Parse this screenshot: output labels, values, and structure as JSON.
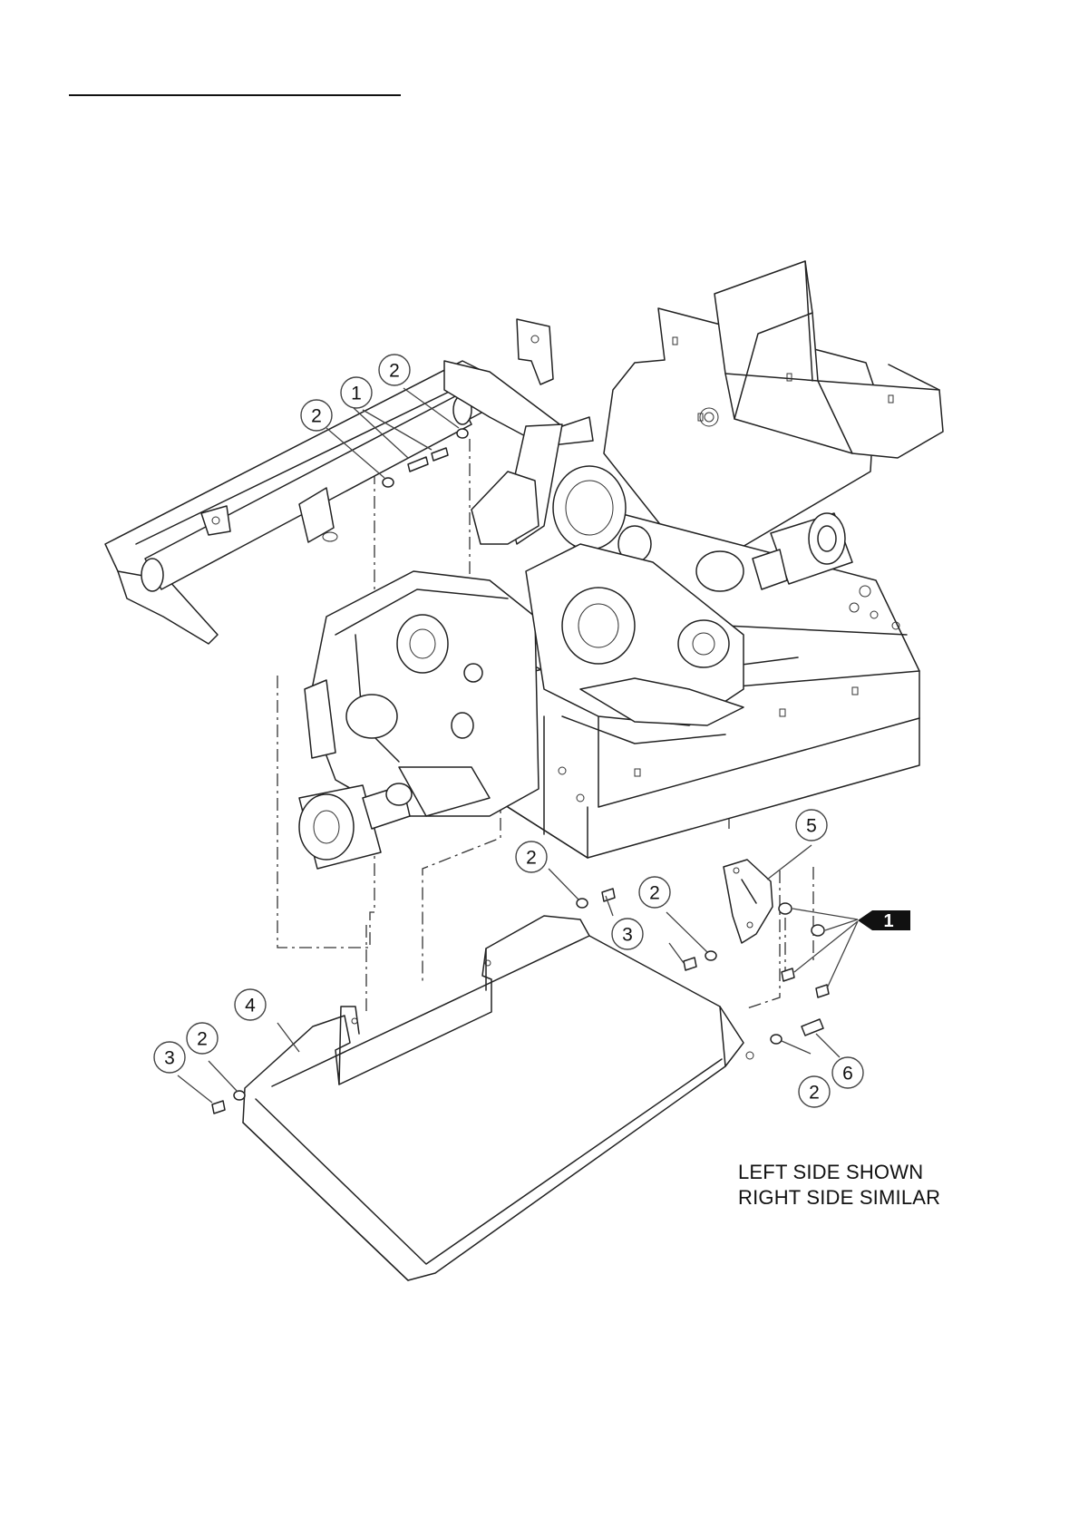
{
  "callouts": [
    {
      "label": "1"
    },
    {
      "label": "2"
    },
    {
      "label": "2"
    },
    {
      "label": "2"
    },
    {
      "label": "3"
    },
    {
      "label": "2"
    },
    {
      "label": "3"
    },
    {
      "label": "5"
    },
    {
      "label": "4"
    },
    {
      "label": "2"
    },
    {
      "label": "3"
    },
    {
      "label": "2"
    },
    {
      "label": "6"
    }
  ],
  "flag": {
    "label": "1",
    "fill": "#111111",
    "text_color": "#ffffff"
  },
  "note": {
    "line1": "LEFT SIDE SHOWN",
    "line2": "RIGHT SIDE SIMILAR"
  }
}
